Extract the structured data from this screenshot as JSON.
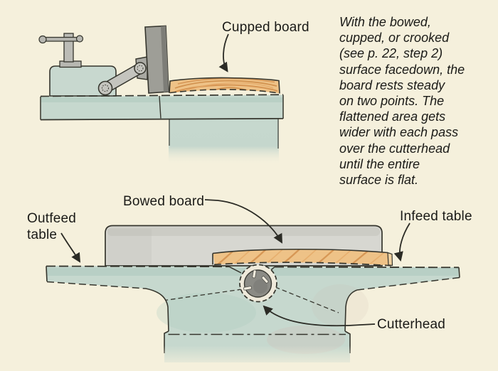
{
  "figure": {
    "background_color": "#f5f0dc",
    "ink_color": "#35352d",
    "table_color": "#c6d8ce",
    "fence_light_color": "#d7d7d1",
    "fence_dark_color": "#9e9e97",
    "metal_color": "#bcbcb6",
    "wood_color": "#eec287",
    "wood_grain_color": "#d18c49",
    "cutterhead_color": "#8b8b85"
  },
  "top_figure": {
    "cupped_board_label": "Cupped board"
  },
  "paragraph": {
    "text": "With the bowed,\ncupped, or crooked\n(see p. 22, step 2)\nsurface facedown, the\nboard rests steady\non two points. The\nflattened area gets\nwider with each pass\nover the cutterhead\nuntil the entire\nsurface is flat."
  },
  "bottom_figure": {
    "bowed_board_label": "Bowed board",
    "outfeed_table_label": "Outfeed\ntable",
    "infeed_table_label": "Infeed table",
    "cutterhead_label": "Cutterhead"
  }
}
